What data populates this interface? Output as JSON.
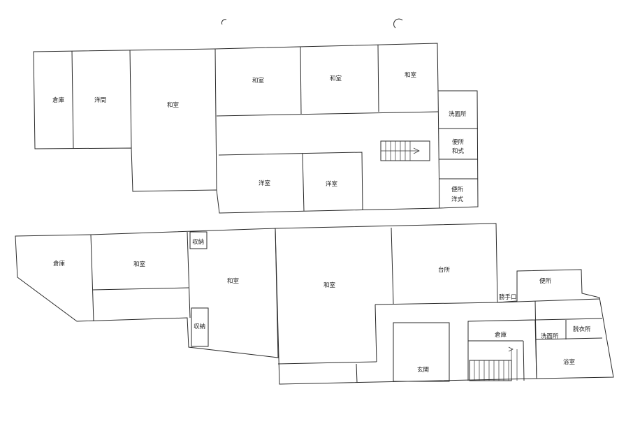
{
  "upper_floor": {
    "rooms": {
      "storage": "倉庫",
      "western_room_a": "洋間",
      "japanese_large": "和室",
      "japanese_1": "和室",
      "japanese_2": "和室",
      "japanese_3": "和室",
      "washroom": "洗面所",
      "toilet_japanese": [
        "便所",
        "和式"
      ],
      "western_room_b": "洋室",
      "western_room_c": "洋室",
      "toilet_western": [
        "便所",
        "洋式"
      ]
    }
  },
  "lower_floor": {
    "rooms": {
      "storage_left": "倉庫",
      "japanese_1": "和室",
      "closet_top": "収納",
      "japanese_2": "和室",
      "closet_bottom": "収納",
      "japanese_3": "和室",
      "kitchen": "台所",
      "back_door": "勝手口",
      "toilet": "便所",
      "storage_right": "倉庫",
      "washroom": "洗面所",
      "dressing_room": "脱衣所",
      "entrance": "玄関",
      "bath": "浴室"
    }
  }
}
